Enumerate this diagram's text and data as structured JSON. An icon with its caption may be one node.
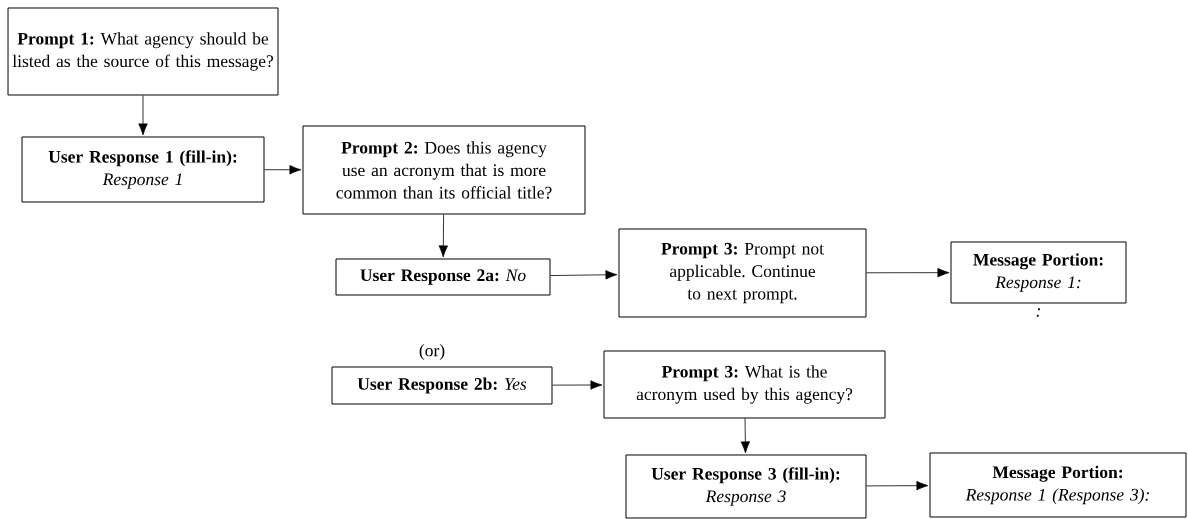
{
  "diagram": {
    "nodes": [
      {
        "text": [
          "**Prompt 1:** What agency should be listed as the source of this message?"
        ]
      },
      {
        "text": [
          "User Response 1 (fill-in):",
          "Response 1"
        ]
      },
      {
        "text": [
          "**Prompt 2:** Does this agency use an acronym that is more common than its official title?"
        ]
      },
      {
        "text": [
          "**User Response 2a:** *No*"
        ]
      },
      {
        "text": [
          "**Prompt 3:** Prompt not applicable. Continue to next prompt."
        ]
      },
      {
        "text": [
          "Message Portion:",
          "Response 1:"
        ],
        "beside": [
          ":"
        ]
      },
      {
        "text": [
          "**User Response 2b:** *Yes*"
        ]
      },
      {
        "text": [
          "**Prompt 3:** What is the acronym used by this agency?"
        ]
      },
      {
        "text": [
          "User Response 3 (fill-in):",
          "Response 3"
        ]
      },
      {
        "text": [
          "Message Portion:",
          "Response 1 (Response 3):"
        ]
      }
    ],
    "edges": [
      {
        "from": 0,
        "to": 1,
        "arrow": "to"
      },
      {
        "from": 1,
        "to": 2,
        "arrow": "to"
      },
      {
        "from": 2,
        "to": 3,
        "arrow": "to"
      },
      {
        "from": 3,
        "to": 4,
        "arrow": "to"
      },
      {
        "from": 4,
        "to": 5,
        "arrow": "to"
      },
      {
        "from": 6,
        "to": 7,
        "arrow": "to"
      },
      {
        "from": 7,
        "to": 8,
        "arrow": "to"
      },
      {
        "from": 8,
        "to": 9,
        "arrow": "to"
      }
    ],
    "labels": [
      "(or)"
    ]
  }
}
